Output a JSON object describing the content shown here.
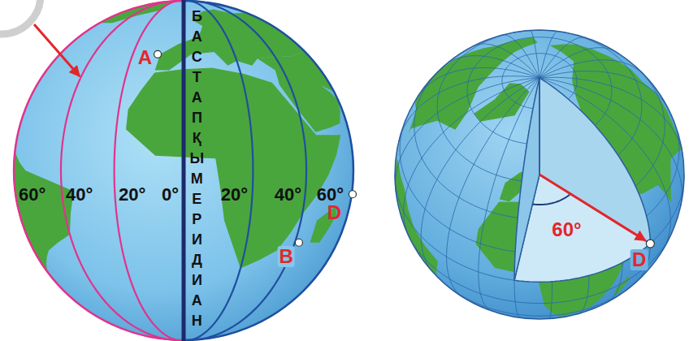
{
  "diagram": {
    "labels": [
      "A",
      "БАСТАПҚЫ МЕРИДИАН",
      "60°",
      "40°",
      "20°",
      "0°",
      "20°",
      "40°",
      "60°",
      "D",
      "B",
      "60°",
      "D"
    ]
  }
}
